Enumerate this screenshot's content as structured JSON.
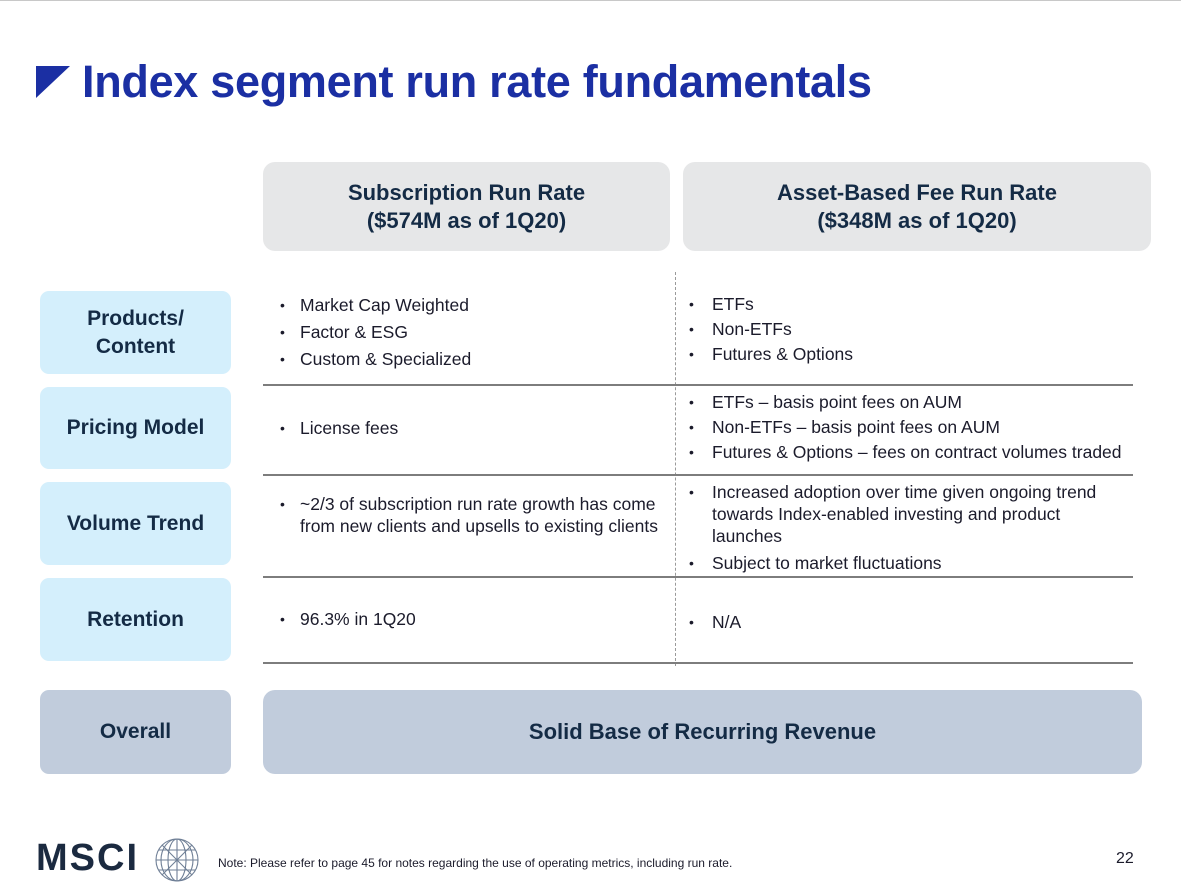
{
  "title": "Index segment run rate fundamentals",
  "columns": [
    {
      "line1": "Subscription Run Rate",
      "line2": "($574M as of 1Q20)"
    },
    {
      "line1": "Asset-Based Fee Run Rate",
      "line2": "($348M as of 1Q20)"
    }
  ],
  "rows": [
    {
      "label": "Products/ Content",
      "label_lines": [
        "Products/",
        "Content"
      ],
      "subscription": [
        "Market Cap Weighted",
        "Factor & ESG",
        "Custom & Specialized"
      ],
      "asset_based": [
        "ETFs",
        "Non-ETFs",
        "Futures & Options"
      ]
    },
    {
      "label": "Pricing Model",
      "subscription": [
        "License fees"
      ],
      "asset_based": [
        "ETFs – basis point fees on AUM",
        "Non-ETFs – basis point fees on AUM",
        "Futures & Options – fees on contract volumes traded"
      ]
    },
    {
      "label": "Volume Trend",
      "subscription": [
        "~2/3 of subscription run rate growth has come from new clients and upsells to existing clients"
      ],
      "asset_based": [
        "Increased adoption over time given ongoing trend towards Index-enabled investing and product launches",
        "Subject to market fluctuations"
      ]
    },
    {
      "label": "Retention",
      "subscription": [
        "96.3% in 1Q20"
      ],
      "asset_based": [
        "N/A"
      ]
    }
  ],
  "overall": {
    "label": "Overall",
    "value": "Solid Base of Recurring Revenue"
  },
  "footer": {
    "logo_text": "MSCI",
    "note": "Note: Please refer to page 45 for notes regarding the use of operating metrics, including run rate.",
    "page_number": "22"
  },
  "colors": {
    "title": "#1b2fa3",
    "header_bg": "#e6e7e8",
    "row_label_bg": "#d4effc",
    "overall_bg": "#c1ccdc",
    "dark_text": "#142b45"
  },
  "icons": {
    "title_marker": "triangle-marker-icon",
    "logo_mark": "globe-icon"
  }
}
